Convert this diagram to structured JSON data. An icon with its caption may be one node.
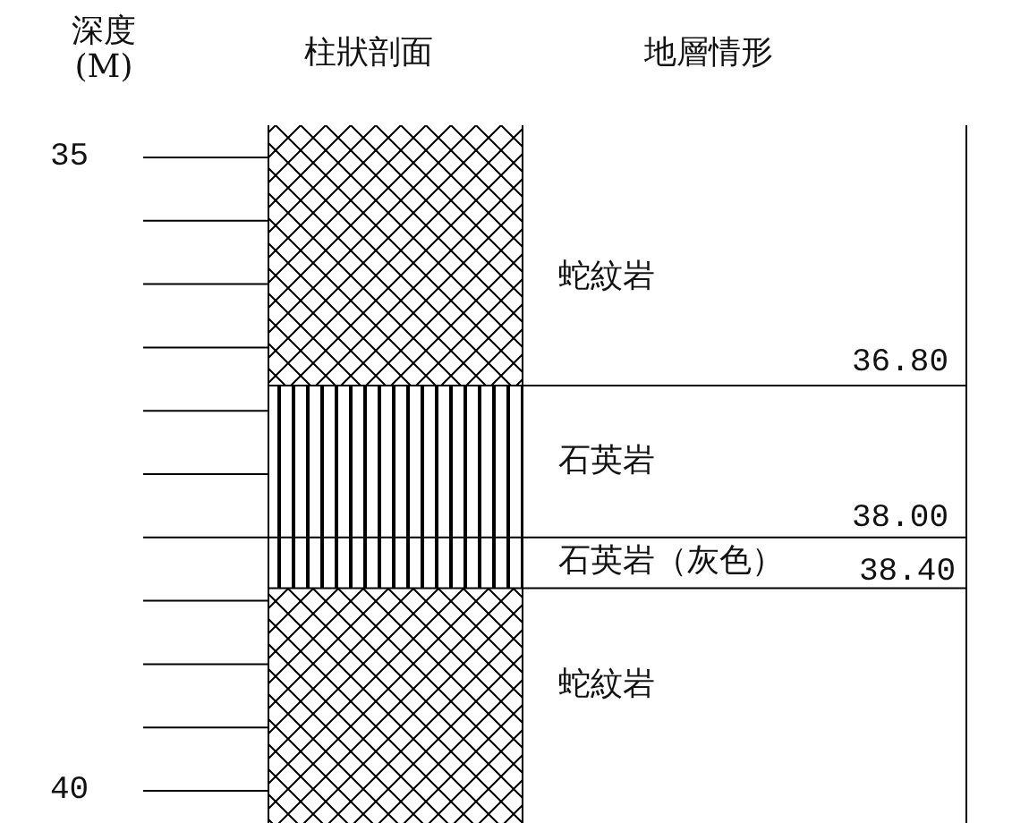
{
  "diagram": {
    "labels": [
      "深度 (M)",
      "柱狀剖面",
      "地層情形",
      "35",
      "蛇紋岩",
      "36.80",
      "石英岩",
      "38.00",
      "石英岩（灰色）",
      "38.40",
      "蛇紋岩",
      "40"
    ]
  }
}
